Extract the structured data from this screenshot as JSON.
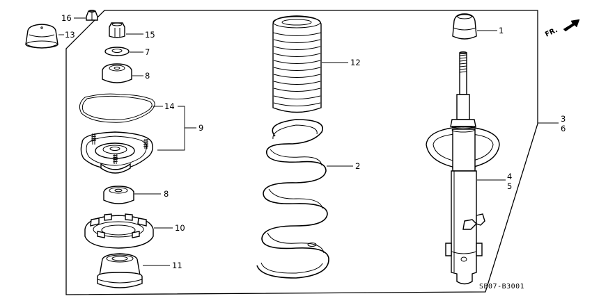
{
  "callouts": {
    "c1": "1",
    "c2": "2",
    "c3": "3",
    "c4": "4",
    "c5": "5",
    "c6": "6",
    "c7": "7",
    "c8a": "8",
    "c8b": "8",
    "c9": "9",
    "c10": "10",
    "c11": "11",
    "c12": "12",
    "c13": "13",
    "c14": "14",
    "c15": "15",
    "c16": "16"
  },
  "direction_label": "FR.",
  "diagram_code": "SB07-B3001",
  "colors": {
    "ink": "#000000",
    "paper": "#ffffff"
  }
}
